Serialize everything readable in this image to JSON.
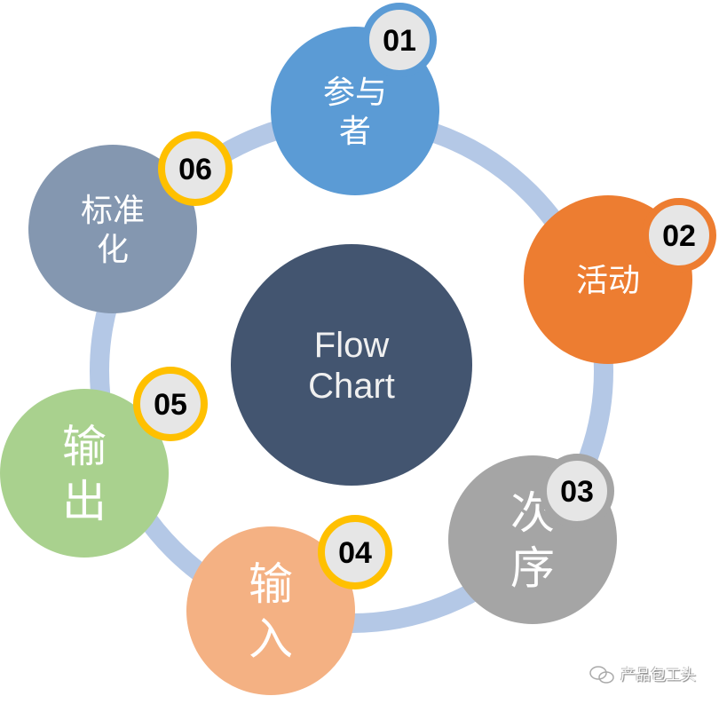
{
  "center": {
    "lines": [
      "Flow",
      "Chart"
    ],
    "color": "#435570"
  },
  "ring_color": "#b4c8e6",
  "nodes": [
    {
      "number": "01",
      "lines": [
        "参与",
        "者"
      ],
      "color": "#5b9bd5",
      "badge_ring": "#5b9bd5"
    },
    {
      "number": "02",
      "lines": [
        "活动"
      ],
      "color": "#ed7d31",
      "badge_ring": "#ed7d31"
    },
    {
      "number": "03",
      "lines": [
        "次",
        "序"
      ],
      "color": "#a5a5a5",
      "badge_ring": "#a5a5a5"
    },
    {
      "number": "04",
      "lines": [
        "输",
        "入"
      ],
      "color": "#f4b183",
      "badge_ring": "#ffc000"
    },
    {
      "number": "05",
      "lines": [
        "输",
        "出"
      ],
      "color": "#a9d18e",
      "badge_ring": "#ffc000"
    },
    {
      "number": "06",
      "lines": [
        "标准",
        "化"
      ],
      "color": "#8497b0",
      "badge_ring": "#ffc000"
    }
  ],
  "watermark": {
    "text": "产品包工头",
    "icon": "wechat-icon"
  }
}
